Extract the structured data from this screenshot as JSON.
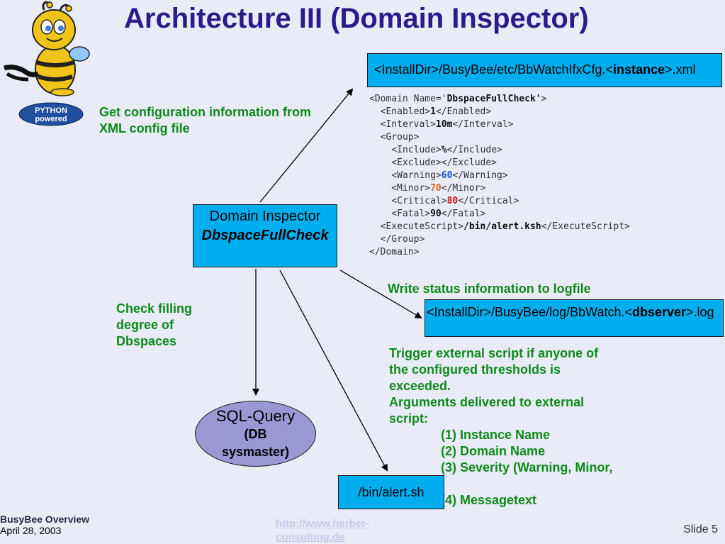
{
  "title": "Architecture III (Domain Inspector)",
  "config_file": {
    "prefix": "<InstallDir>/BusyBee/etc/BbWatchIfxCfg.<",
    "bold": "instance",
    "suffix": ">.xml"
  },
  "label_config": "Get configuration information from XML config file",
  "code_lines": {
    "l1a": "<Domain Name='",
    "l1b": "DbspaceFullCheck'",
    "l1c": ">",
    "l2a": "  <Enabled>",
    "l2b": "1",
    "l2c": "</Enabled>",
    "l3a": "  <Interval>",
    "l3b": "10m",
    "l3c": "</Interval>",
    "l4": "  <Group>",
    "l5a": "    <Include>",
    "l5b": "%",
    "l5c": "</Include>",
    "l6": "    <Exclude></Exclude>",
    "l7a": "    <Warning>",
    "l7b": "60",
    "l7c": "</Warning>",
    "l8a": "    <Minor>",
    "l8b": "70",
    "l8c": "</Minor>",
    "l9a": "    <Critical>",
    "l9b": "80",
    "l9c": "</Critical>",
    "l10a": "    <Fatal>",
    "l10b": "90",
    "l10c": "</Fatal>",
    "l11a": "  <ExecuteScript>",
    "l11b": "/bin/alert.ksh",
    "l11c": "</ExecuteScript>",
    "l12": "  </Group>",
    "l13": "</Domain>"
  },
  "inspector": {
    "line1": "Domain Inspector",
    "line2": "DbspaceFullCheck"
  },
  "label_logfile": "Write status information to logfile",
  "log_file": {
    "prefix": "<InstallDir>/BusyBee/log/BbWatch.<",
    "bold": "dbserver",
    "suffix": ">.log"
  },
  "label_check": "Check filling degree of Dbspaces",
  "sql": {
    "line1": "SQL-Query",
    "line2": "(DB sysmaster)"
  },
  "alert_script": "/bin/alert.sh",
  "trigger_text": {
    "l1": "Trigger external script if anyone of",
    "l2": "the configured thresholds is",
    "l3": "exceeded.",
    "l4": "Arguments delivered to external",
    "l5": "script:",
    "a1": "(1) Instance Name",
    "a2": "(2) Domain Name",
    "a3": "(3) Severity (Warning, Minor,",
    "a3b": "...)",
    "a4": "(4) Messagetext"
  },
  "badge_text": {
    "line1": "PYTHON",
    "line2": "powered"
  },
  "footer": {
    "name": "BusyBee Overview",
    "date": "April 28, 2003",
    "url": "http://www.herber-consulting.de",
    "slide": "Slide 5"
  }
}
